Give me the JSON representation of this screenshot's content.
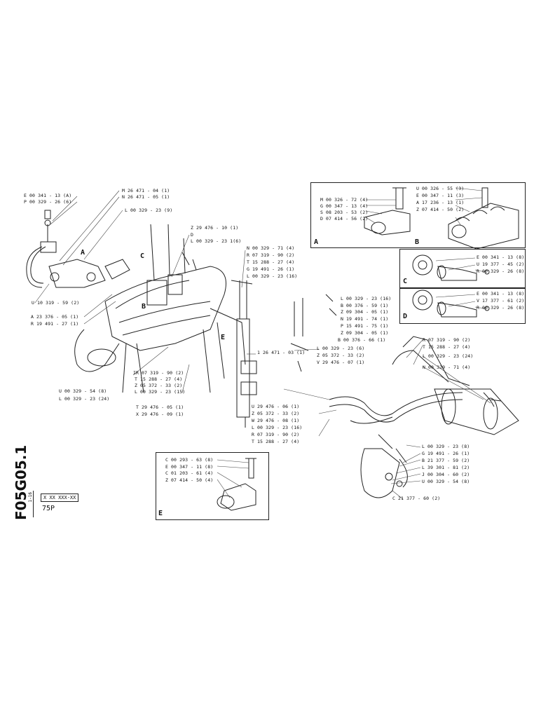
{
  "document": {
    "code": "F05G05.1",
    "part_number": "X XX XXX-XX",
    "page": "75P",
    "side_mark": "1-16"
  },
  "panel_letters": {
    "A": "A",
    "B": "B",
    "C": "C",
    "D": "D",
    "E": "E"
  },
  "callouts": {
    "tl_1": "E 00 341 - 13 (A)",
    "tl_2": "P 00 329 - 26 (6)",
    "tl_3": "M 26 471 - 04 (1)",
    "tl_4": "N 26 471 - 05 (1)",
    "tl_5": "L 00 329 - 23 (9)",
    "tl_6": "U 10 319 - 59 (2)",
    "tl_7": "A 23 376 - 05 (1)",
    "tl_8": "R 19 491 - 27 (1)",
    "m_1": "Z 29 476 - 10 (1)",
    "m_2": "D",
    "m_3": "L 00 329 - 23 1(6)",
    "m_4": "N 00 329 - 71 (4)",
    "m_5": "R 07 319 - 90 (2)",
    "m_6": "T 15 288 - 27 (4)",
    "m_7": "G 19 491 - 26 (1)",
    "m_8": "L 00 329 - 23 (16)",
    "m_9": "1 26 471 - 03 (1)",
    "m_10": "IR 07 319 - 90 (2)",
    "m_11": "T 15 288 - 27 (4)",
    "m_12": "Z 05 372 - 33 (2)",
    "m_13": "L 00 329 - 23 (15)",
    "m_14": "T 29 476 - 05 (1)",
    "m_15": "X 29 476 - 09 (1)",
    "m_16": "U 00 329 - 54 (8)",
    "m_17": "L 00 329 - 23 (24)",
    "c_1": "L 00 329 - 23 (16)",
    "c_2": "B 00 376 - 59 (1)",
    "c_3": "Z 09 304 - 05 (1)",
    "c_4": "N 19 491 - 74 (1)",
    "c_5": "P 15 491 - 75 (1)",
    "c_6": "Z 09 304 - 05 (1)",
    "c_7": "B 00 376 - 66 (1)",
    "c_8": "L 00 329 - 23 (6)",
    "c_9": "Z 05 372 - 33 (2)",
    "c_10": "V 29 476 - 07 (1)",
    "c_11": "U 29 476 - 06 (1)",
    "c_12": "Z 05 372 - 33 (2)",
    "c_13": "W 29 476 - 08 (1)",
    "c_14": "L 00 329 - 23 (16)",
    "c_15": "R 07 319 - 90 (2)",
    "c_16": "T 15 288 - 27 (4)",
    "r_1": "R 07 319 - 90 (2)",
    "r_2": "T 15 288 - 27 (4)",
    "r_3": "L 00 329 - 23 (24)",
    "r_4": "N 00 329 - 71 (4)",
    "r_5": "L 00 329 - 23 (8)",
    "r_6": "G 19 491 - 26 (1)",
    "r_7": "B 21 377 - 59 (2)",
    "r_8": "L 39 301 - 81 (2)",
    "r_9": "J 00 304 - 60 (2)",
    "r_10": "U 00 329 - 54 (8)",
    "r_11": "C 21 377 - 60 (2)",
    "a_1": "M 00 326 - 72 (4)",
    "a_2": "G 00 347 - 13 (4)",
    "a_3": "S 08 203 - 53 (2)",
    "a_4": "D 07 414 - 56 (2)",
    "a_5": "U 00 326 - 55 (3)",
    "a_6": "E 00 347 - 11 (3)",
    "a_7": "A 17 236 - 13 (1)",
    "a_8": "Z 07 414 - 50 (2)",
    "bc_1": "E 00 341 - 13 (8)",
    "bc_2": "U 19 377 - 45 (2)",
    "bc_3": "R 00 329 - 26 (8)",
    "bd_1": "E 00 341 - 13 (8)",
    "bd_2": "V 17 377 - 61 (2)",
    "bd_3": "R 00 329 - 26 (8)",
    "e_1": "C 00 293 - 63 (8)",
    "e_2": "E 00 347 - 11 (8)",
    "e_3": "C 01 203 - 61 (4)",
    "e_4": "Z 07 414 - 50 (4)"
  }
}
